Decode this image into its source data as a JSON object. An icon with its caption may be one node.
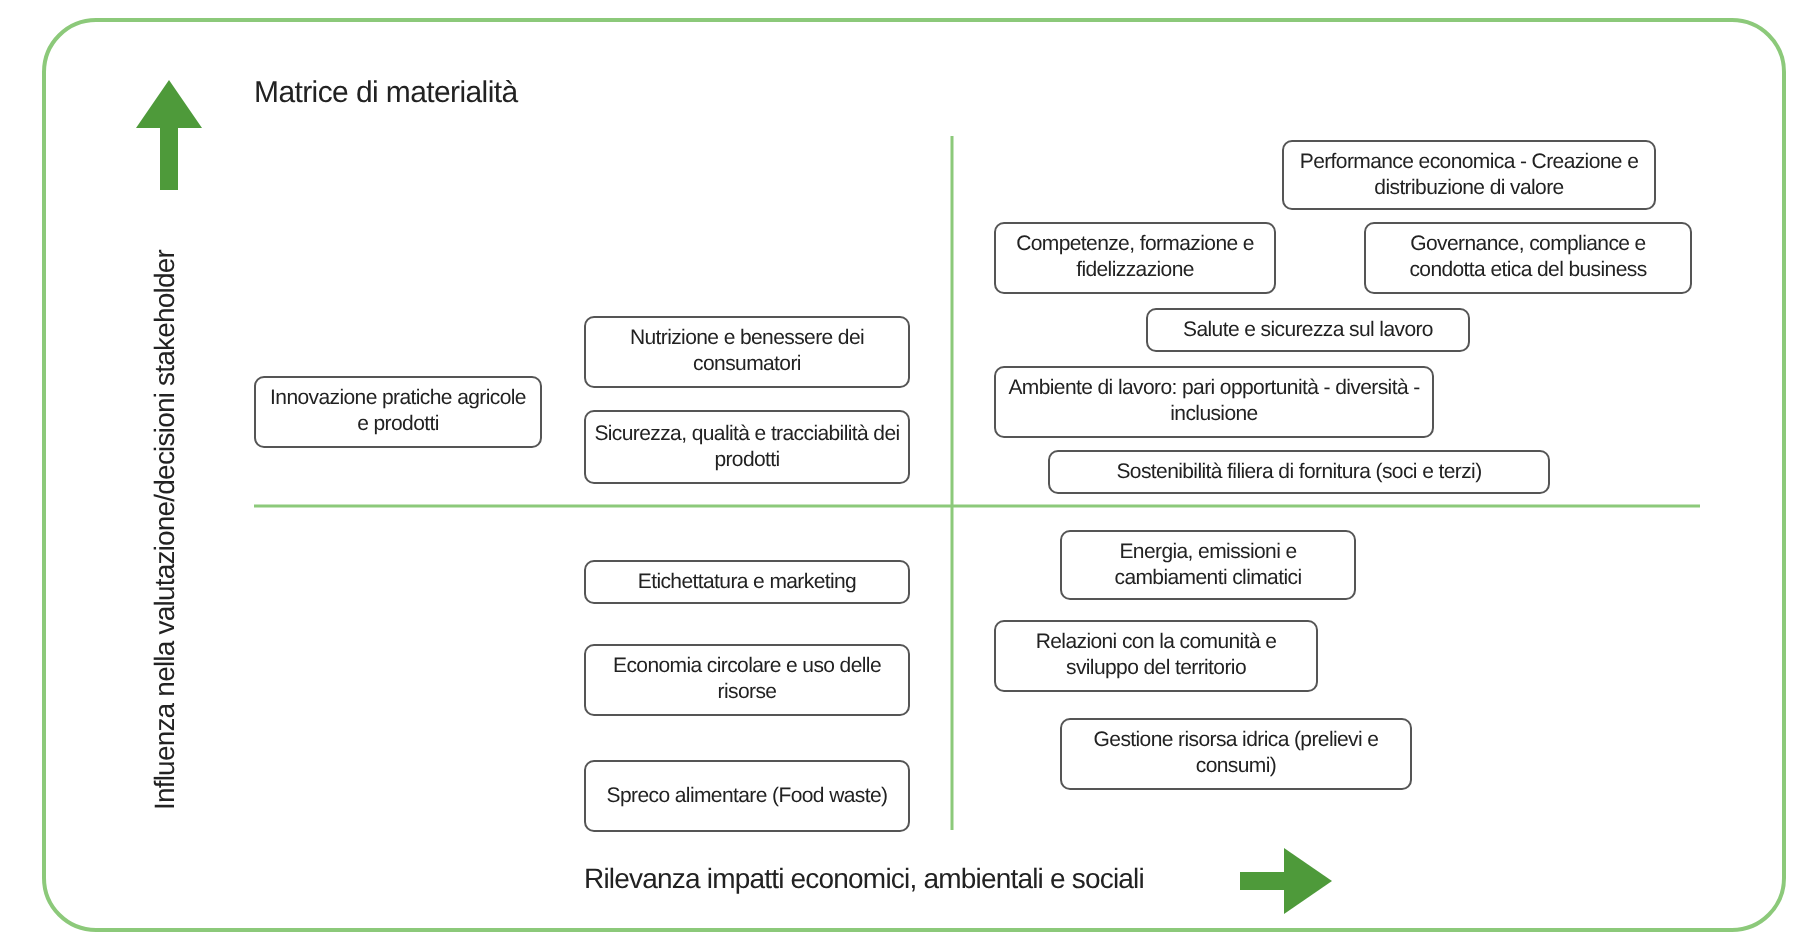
{
  "diagram": {
    "title": "Matrice di materialità",
    "nodes": [
      {
        "text": [
          "Performance economica - Creazione e distribuzione di valore"
        ]
      },
      {
        "text": [
          "Competenze, formazione e fidelizzazione"
        ]
      },
      {
        "text": [
          "Governance, compliance e condotta etica del business"
        ]
      },
      {
        "text": [
          "Salute e sicurezza sul lavoro"
        ]
      },
      {
        "text": [
          "Nutrizione e benessere dei consumatori"
        ]
      },
      {
        "text": [
          "Ambiente di lavoro: pari opportunità - diversità - inclusione"
        ]
      },
      {
        "text": [
          "Innovazione pratiche agricole e prodotti"
        ]
      },
      {
        "text": [
          "Sicurezza, qualità e tracciabilità dei prodotti"
        ]
      },
      {
        "text": [
          "Sostenibilità filiera di fornitura (soci e terzi)"
        ]
      },
      {
        "text": [
          "Energia, emissioni e cambiamenti climatici"
        ]
      },
      {
        "text": [
          "Etichettatura e marketing"
        ]
      },
      {
        "text": [
          "Relazioni con la comunità e sviluppo del territorio"
        ]
      },
      {
        "text": [
          "Economia circolare e uso delle risorse"
        ]
      },
      {
        "text": [
          "Gestione risorsa idrica (prelievi e consumi)"
        ]
      },
      {
        "text": [
          "Spreco alimentare (Food waste)"
        ]
      }
    ],
    "edges": [],
    "labels": [
      "Influenza nella valutazione/decisioni stakeholder",
      "Rilevanza impatti economici, ambientali e sociali"
    ]
  }
}
